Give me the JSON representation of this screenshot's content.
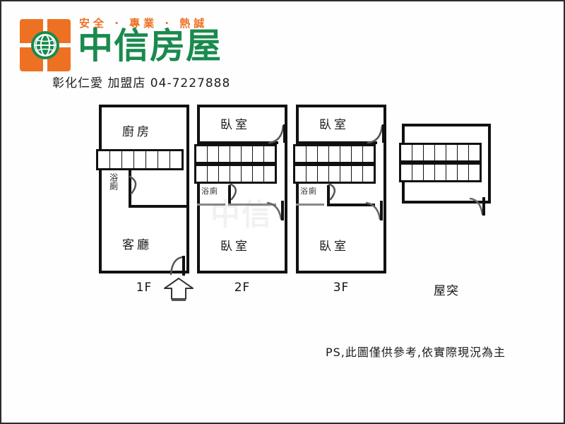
{
  "branding": {
    "tagline": "安全 · 專業 · 熱誠",
    "brand_name": "中信房屋",
    "store_line": "彰化仁愛 加盟店 04-7227888",
    "logo_orange": "#EE7123",
    "logo_green": "#1A8A4E"
  },
  "watermark": {
    "text": "中信"
  },
  "floors": [
    {
      "caption": "1F",
      "rooms": [
        {
          "name": "kitchen",
          "label": "廚房"
        },
        {
          "name": "bathroom",
          "label": "浴廁"
        },
        {
          "name": "living-room",
          "label": "客廳"
        }
      ],
      "stairs": [
        {
          "steps": 7
        }
      ]
    },
    {
      "caption": "2F",
      "rooms": [
        {
          "name": "bedroom-upper",
          "label": "臥室"
        },
        {
          "name": "bathroom",
          "label": "浴廁"
        },
        {
          "name": "bedroom-lower",
          "label": "臥室"
        }
      ],
      "stairs": [
        {
          "steps": 7
        },
        {
          "steps": 7
        }
      ]
    },
    {
      "caption": "3F",
      "rooms": [
        {
          "name": "bedroom-upper",
          "label": "臥室"
        },
        {
          "name": "bathroom",
          "label": "浴廁"
        },
        {
          "name": "bedroom-lower",
          "label": "臥室"
        }
      ],
      "stairs": [
        {
          "steps": 7
        },
        {
          "steps": 7
        }
      ]
    },
    {
      "caption": "屋突",
      "rooms": [],
      "stairs": [
        {
          "steps": 7
        },
        {
          "steps": 7
        }
      ]
    }
  ],
  "footer": {
    "disclaimer": "PS,此圖僅供參考,依實際現況為主"
  }
}
